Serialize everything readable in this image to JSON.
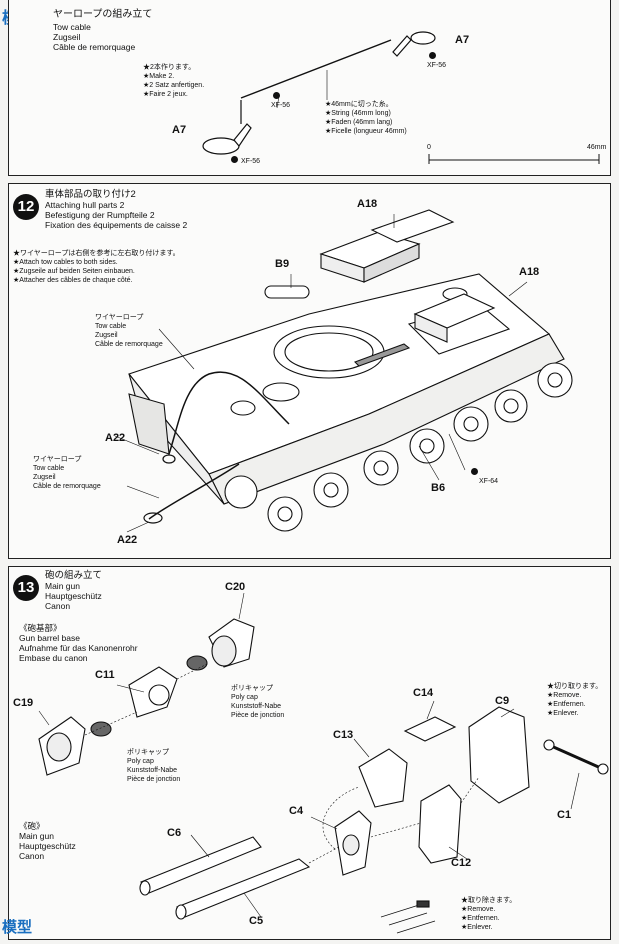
{
  "watermark": {
    "top": "模型",
    "bottom": "模型"
  },
  "step11": {
    "title_ja": "ヤーロープの組み立て",
    "title_en": "Tow cable",
    "title_de": "Zugseil",
    "title_fr": "Câble de remorquage",
    "note": [
      "★2本作ります。",
      "★Make 2.",
      "★2 Satz anfertigen.",
      "★Faire 2 jeux."
    ],
    "string_note": [
      "★46mmに切った糸。",
      "★String (46mm long)",
      "★Faden (46mm lang)",
      "★Ficelle (longueur 46mm)"
    ],
    "part_a7": "A7",
    "paint": "XF-56",
    "ruler_start": "0",
    "ruler_end": "46mm"
  },
  "step12": {
    "number": "12",
    "title_ja": "車体部品の取り付け2",
    "title_en": "Attaching hull parts 2",
    "title_de": "Befestigung der Rumpfteile 2",
    "title_fr": "Fixation des équipements de caisse 2",
    "note": [
      "★ワイヤーロープは右側を参考に左右取り付けます。",
      "★Attach tow cables to both sides.",
      "★Zugseile auf beiden Seiten einbauen.",
      "★Attacher des câbles de chaque côté."
    ],
    "tow_upper": [
      "ワイヤーロープ",
      "Tow cable",
      "Zugseil",
      "Câble de remorquage"
    ],
    "tow_lower": [
      "ワイヤーロープ",
      "Tow cable",
      "Zugseil",
      "Câble de remorquage"
    ],
    "parts": {
      "a18": "A18",
      "b9": "B9",
      "a22": "A22",
      "b6": "B6"
    },
    "paint": "XF-64"
  },
  "step13": {
    "number": "13",
    "title_ja": "砲の組み立て",
    "title_en": "Main gun",
    "title_de": "Hauptgeschütz",
    "title_fr": "Canon",
    "base_heading": [
      "《砲基部》",
      "Gun barrel base",
      "Aufnahme für das Kanonenrohr",
      "Embase du canon"
    ],
    "gun_heading": [
      "《砲》",
      "Main gun",
      "Hauptgeschütz",
      "Canon"
    ],
    "polycap": [
      "ポリキャップ",
      "Poly cap",
      "Kunststoff-Nabe",
      "Pièce de jonction"
    ],
    "cut_off": [
      "★切り取ります。",
      "★Remove.",
      "★Entfernen.",
      "★Enlever."
    ],
    "remove": [
      "★取り除きます。",
      "★Remove.",
      "★Entfernen.",
      "★Enlever."
    ],
    "parts": {
      "c20": "C20",
      "c11": "C11",
      "c19": "C19",
      "c14": "C14",
      "c9": "C9",
      "c13": "C13",
      "c4": "C4",
      "c12": "C12",
      "c1": "C1",
      "c6": "C6",
      "c5": "C5"
    }
  }
}
